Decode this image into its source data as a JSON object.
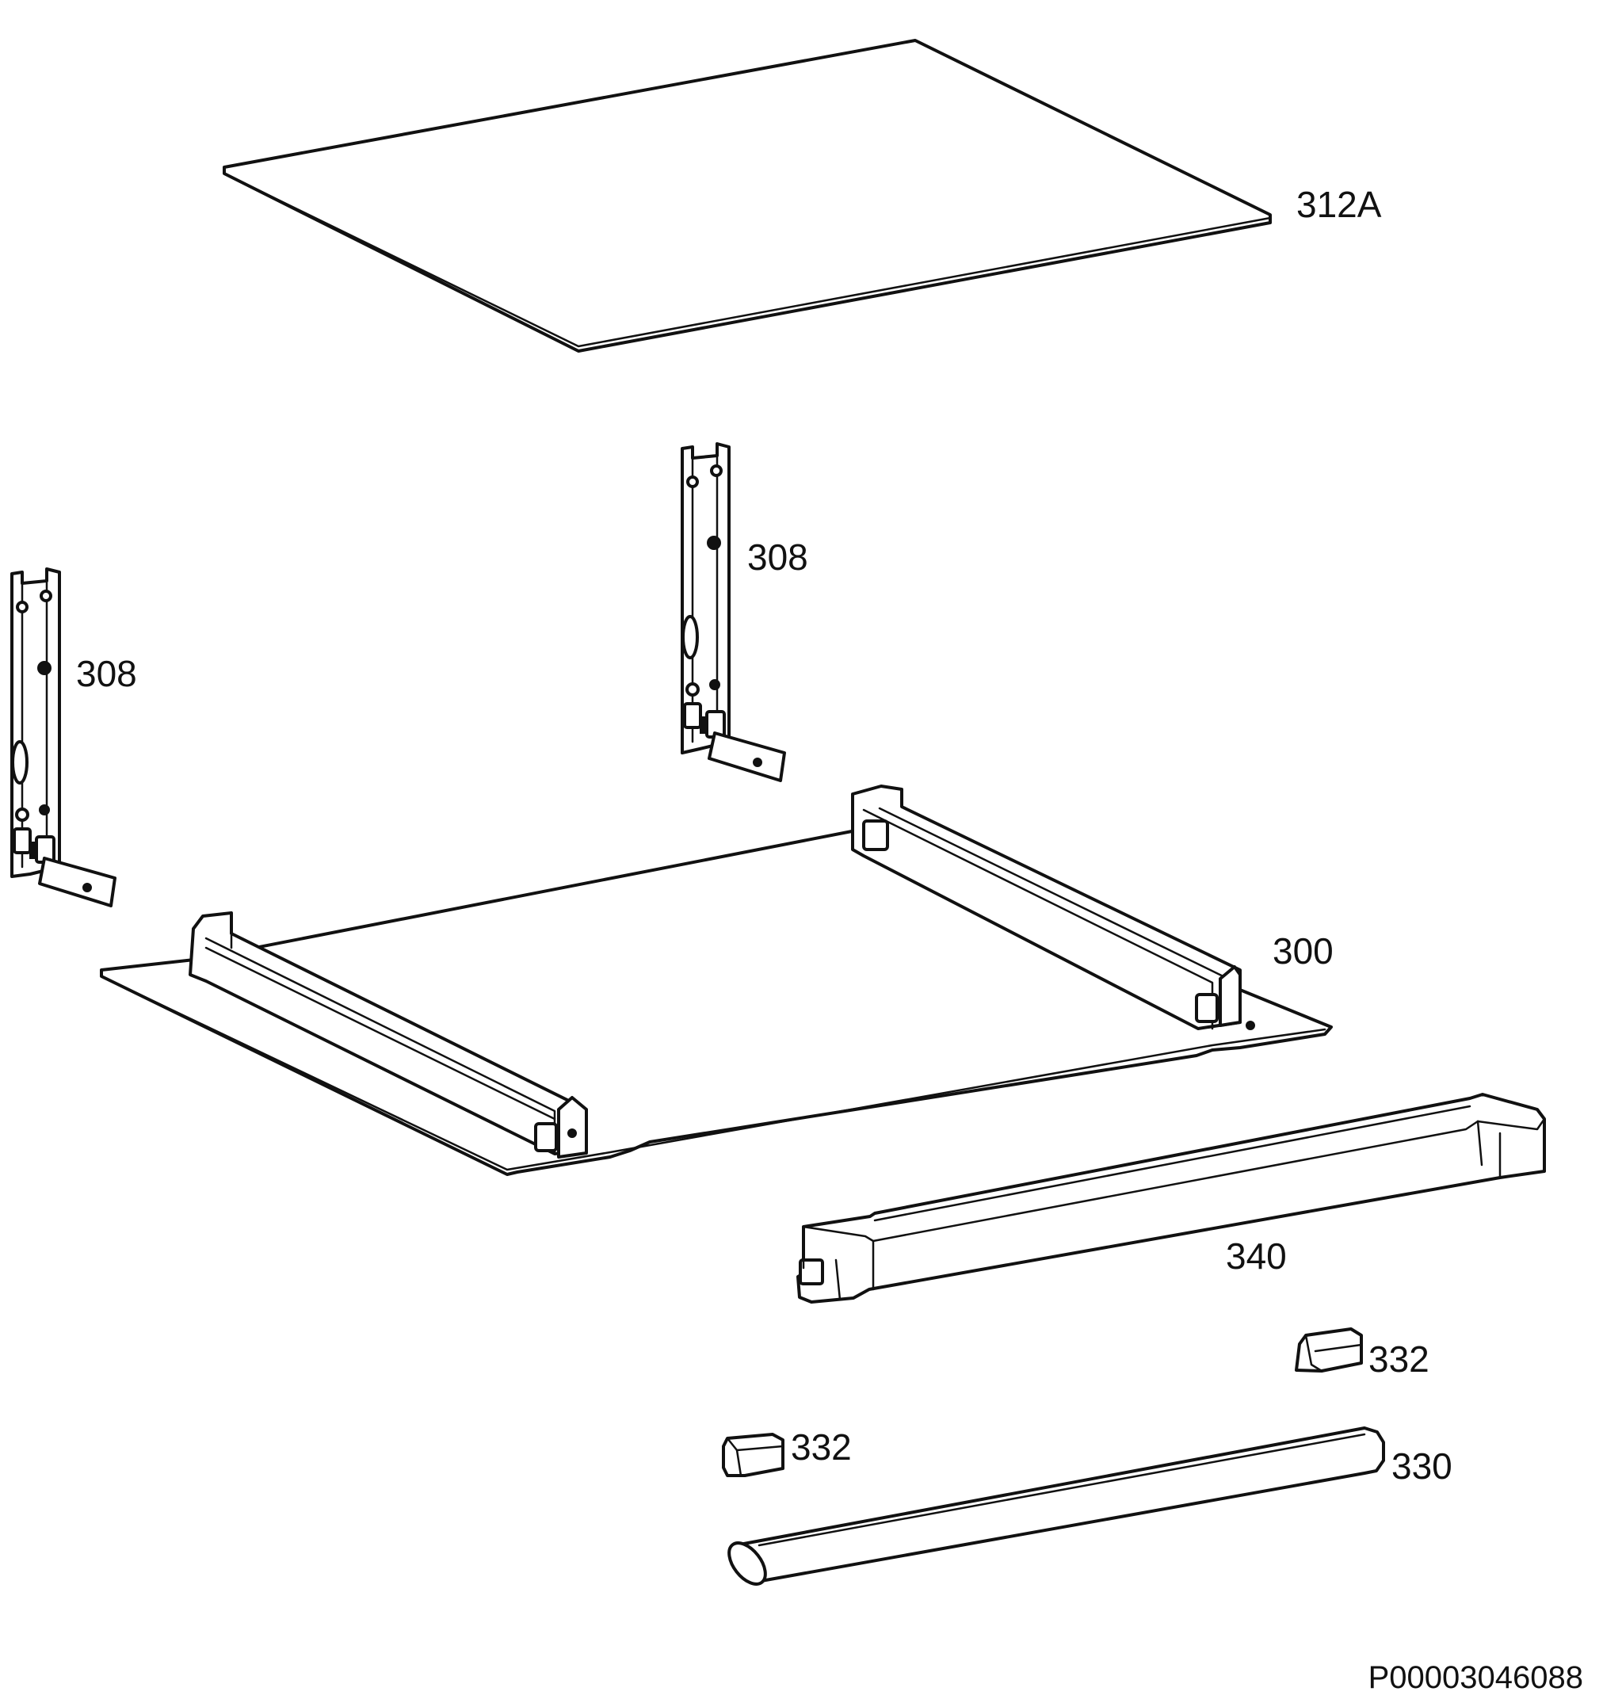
{
  "diagram": {
    "callouts": {
      "top_glass": "312A",
      "rack_center": "308",
      "rack_left": "308",
      "base_tray": "300",
      "front_bar": "340",
      "end_cap_right": "332",
      "end_cap_left": "332",
      "rod": "330"
    },
    "document_id": "P00003046088"
  }
}
